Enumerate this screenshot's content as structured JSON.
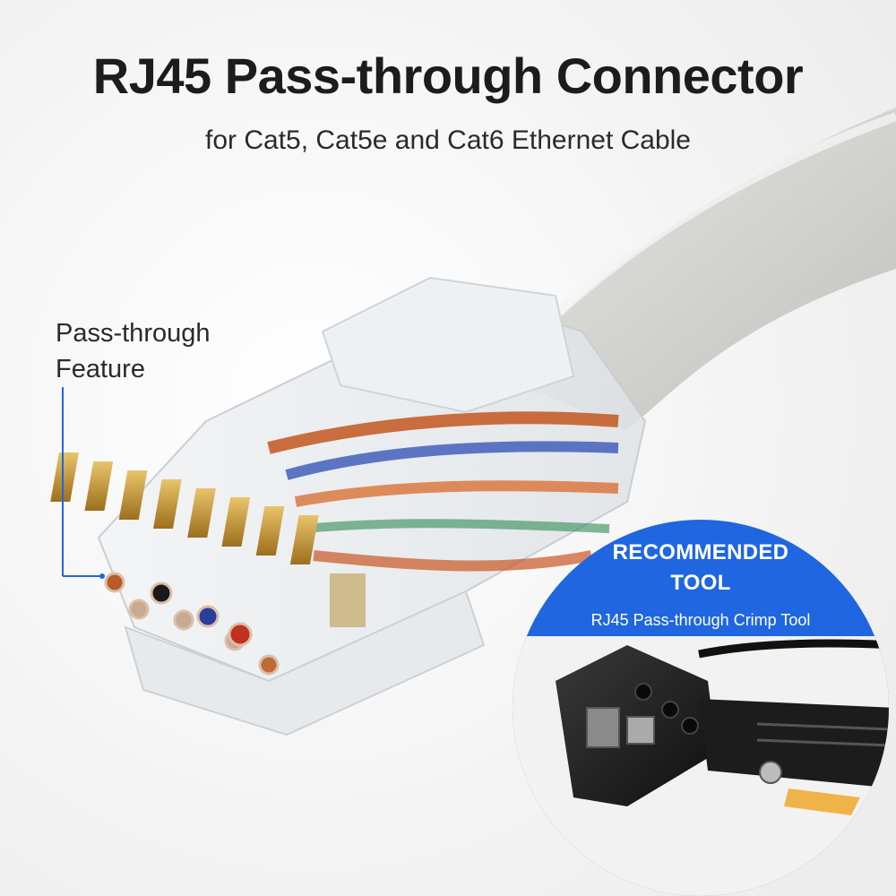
{
  "header": {
    "title": "RJ45 Pass-through Connector",
    "subtitle": "for Cat5, Cat5e and Cat6 Ethernet Cable"
  },
  "callout": {
    "line1": "Pass-through",
    "line2": "Feature"
  },
  "recommended_tool": {
    "heading_line1": "RECOMMENDED",
    "heading_line2": "TOOL",
    "tool_name": "RJ45 Pass-through Crimp Tool"
  },
  "colors": {
    "accent_blue": "#1f66e0",
    "title_text": "#1c1c1c",
    "gold_contacts": "#c99a2e"
  }
}
